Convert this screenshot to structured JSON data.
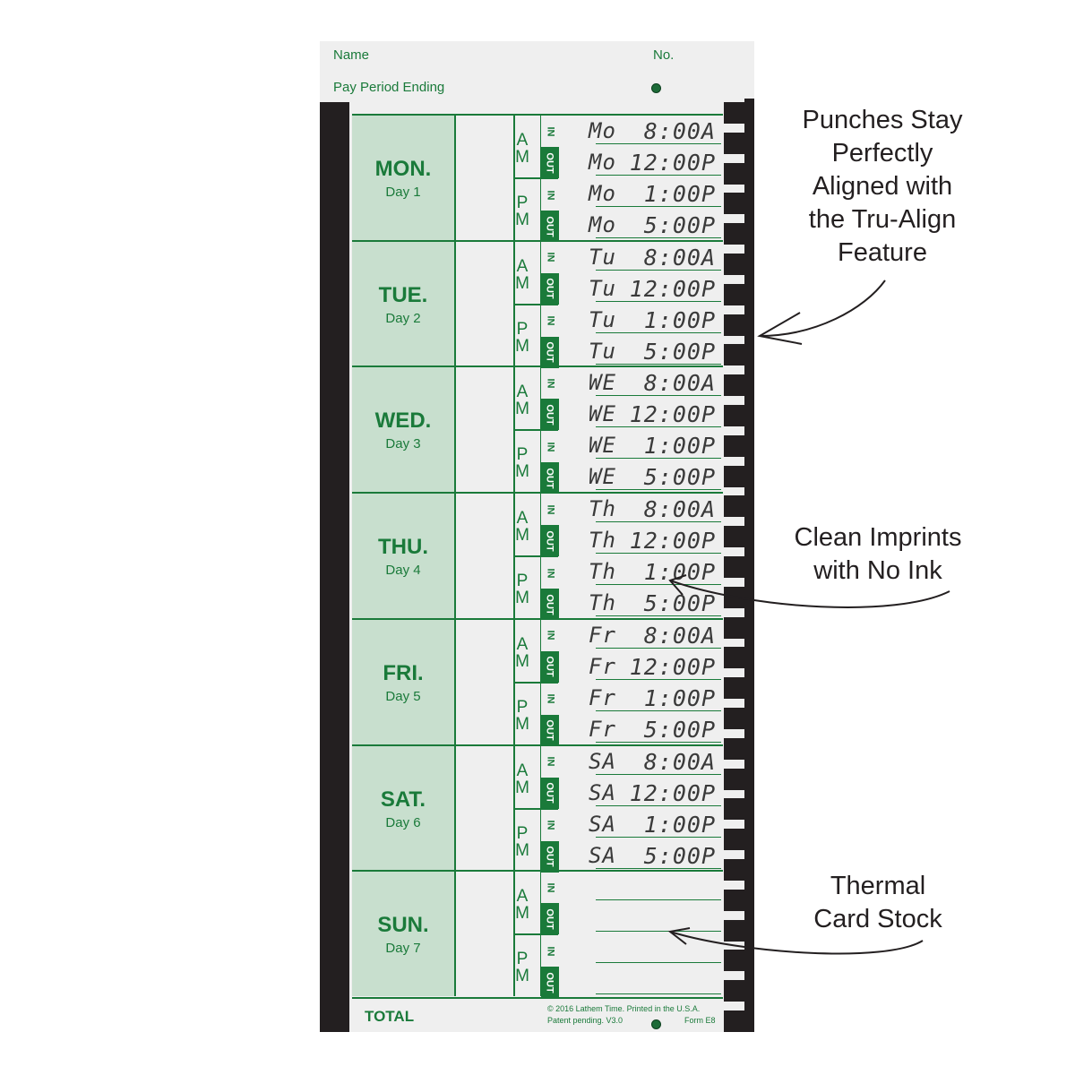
{
  "card": {
    "name_label": "Name",
    "no_label": "No.",
    "pay_period_label": "Pay Period Ending",
    "total_label": "TOTAL",
    "footer_line1": "© 2016 Lathem Time.  Printed in the U.S.A.",
    "footer_line2": "Patent pending.  V3.0",
    "footer_form": "Form E8",
    "am_label": "AM",
    "pm_label": "PM",
    "in_label": "IN",
    "out_label": "OUT"
  },
  "days": [
    {
      "name": "MON.",
      "num": "Day 1",
      "code": "Mo",
      "punches": [
        "8:00A",
        "12:00P",
        "1:00P",
        "5:00P"
      ]
    },
    {
      "name": "TUE.",
      "num": "Day 2",
      "code": "Tu",
      "punches": [
        "8:00A",
        "12:00P",
        "1:00P",
        "5:00P"
      ]
    },
    {
      "name": "WED.",
      "num": "Day 3",
      "code": "WE",
      "punches": [
        "8:00A",
        "12:00P",
        "1:00P",
        "5:00P"
      ]
    },
    {
      "name": "THU.",
      "num": "Day 4",
      "code": "Th",
      "punches": [
        "8:00A",
        "12:00P",
        "1:00P",
        "5:00P"
      ]
    },
    {
      "name": "FRI.",
      "num": "Day 5",
      "code": "Fr",
      "punches": [
        "8:00A",
        "12:00P",
        "1:00P",
        "5:00P"
      ]
    },
    {
      "name": "SAT.",
      "num": "Day 6",
      "code": "SA",
      "punches": [
        "8:00A",
        "12:00P",
        "1:00P",
        "5:00P"
      ]
    },
    {
      "name": "SUN.",
      "num": "Day 7",
      "code": "",
      "punches": []
    }
  ],
  "callouts": {
    "align": "Punches Stay\nPerfectly\nAligned with\nthe Tru-Align\nFeature",
    "imprint": "Clean Imprints\nwith No Ink",
    "thermal": "Thermal\nCard Stock"
  },
  "colors": {
    "green": "#1a7a3a",
    "day_fill": "#c8dfce",
    "card": "#efefef",
    "strip": "#231f20"
  }
}
